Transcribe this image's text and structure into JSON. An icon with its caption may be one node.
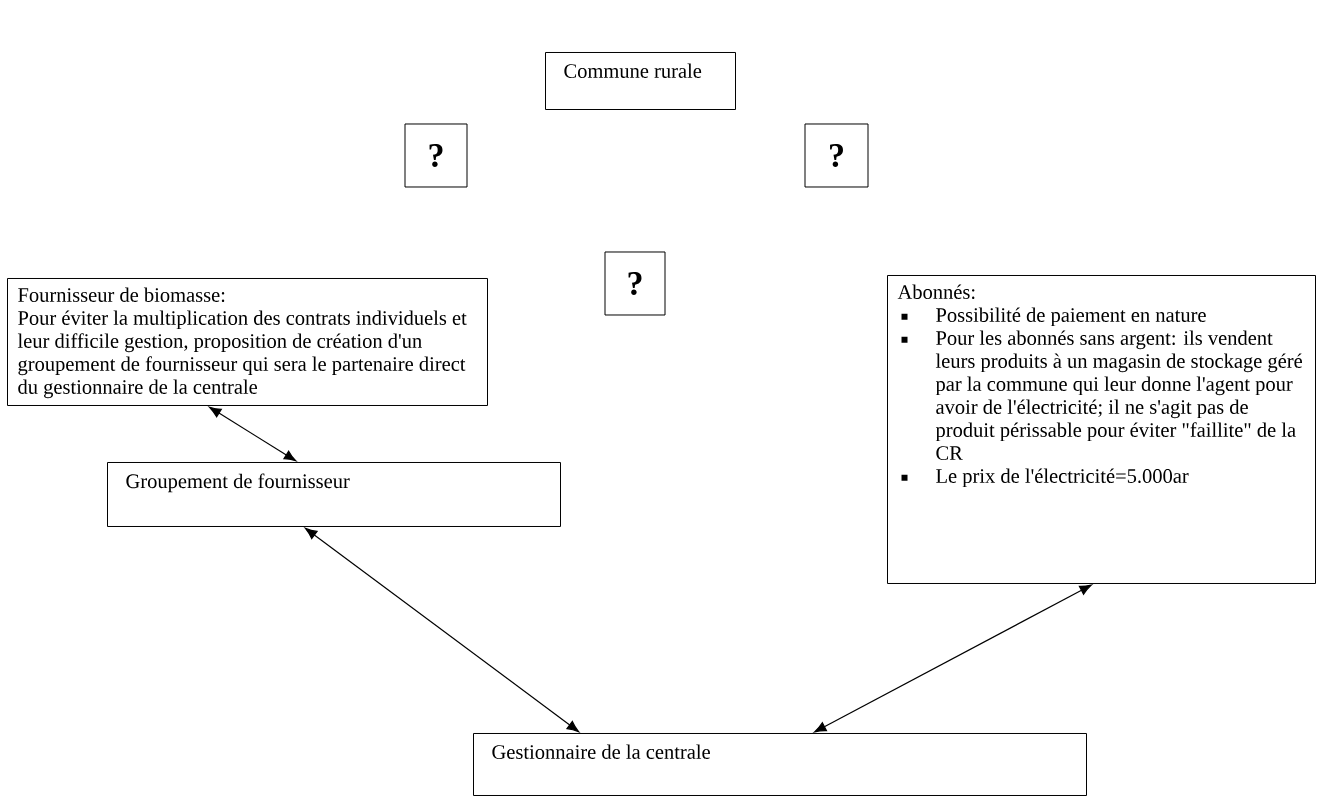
{
  "diagram": {
    "nodes": [
      {
        "text": [
          "Commune rurale"
        ]
      },
      {
        "text": [
          "?"
        ]
      },
      {
        "text": [
          "?"
        ]
      },
      {
        "text": [
          "?"
        ]
      },
      {
        "text": [
          "Fournisseur de biomasse:",
          "Pour éviter la multiplication des contrats individuels et leur difficile gestion, proposition de création d'un groupement de fournisseur qui sera le partenaire direct du gestionnaire de la centrale"
        ]
      },
      {
        "text": [
          "Abonnés:",
          "Possibilité de paiement en nature",
          "Pour les abonnés sans argent: ils vendent leurs produits à un magasin de stockage géré par la commune qui leur donne l'agent pour avoir de l'électricité; il ne s'agit pas de produit périssable pour éviter \"faillite\" de la CR",
          "Le prix de l'électricité=5.000ar"
        ]
      },
      {
        "text": [
          "Groupement de fournisseur"
        ]
      },
      {
        "text": [
          "Gestionnaire de la centrale"
        ]
      }
    ],
    "edges": [
      {
        "from": 4,
        "to": 6,
        "arrow": "both"
      },
      {
        "from": 6,
        "to": 7,
        "arrow": "both"
      },
      {
        "from": 5,
        "to": 7,
        "arrow": "both"
      }
    ]
  }
}
